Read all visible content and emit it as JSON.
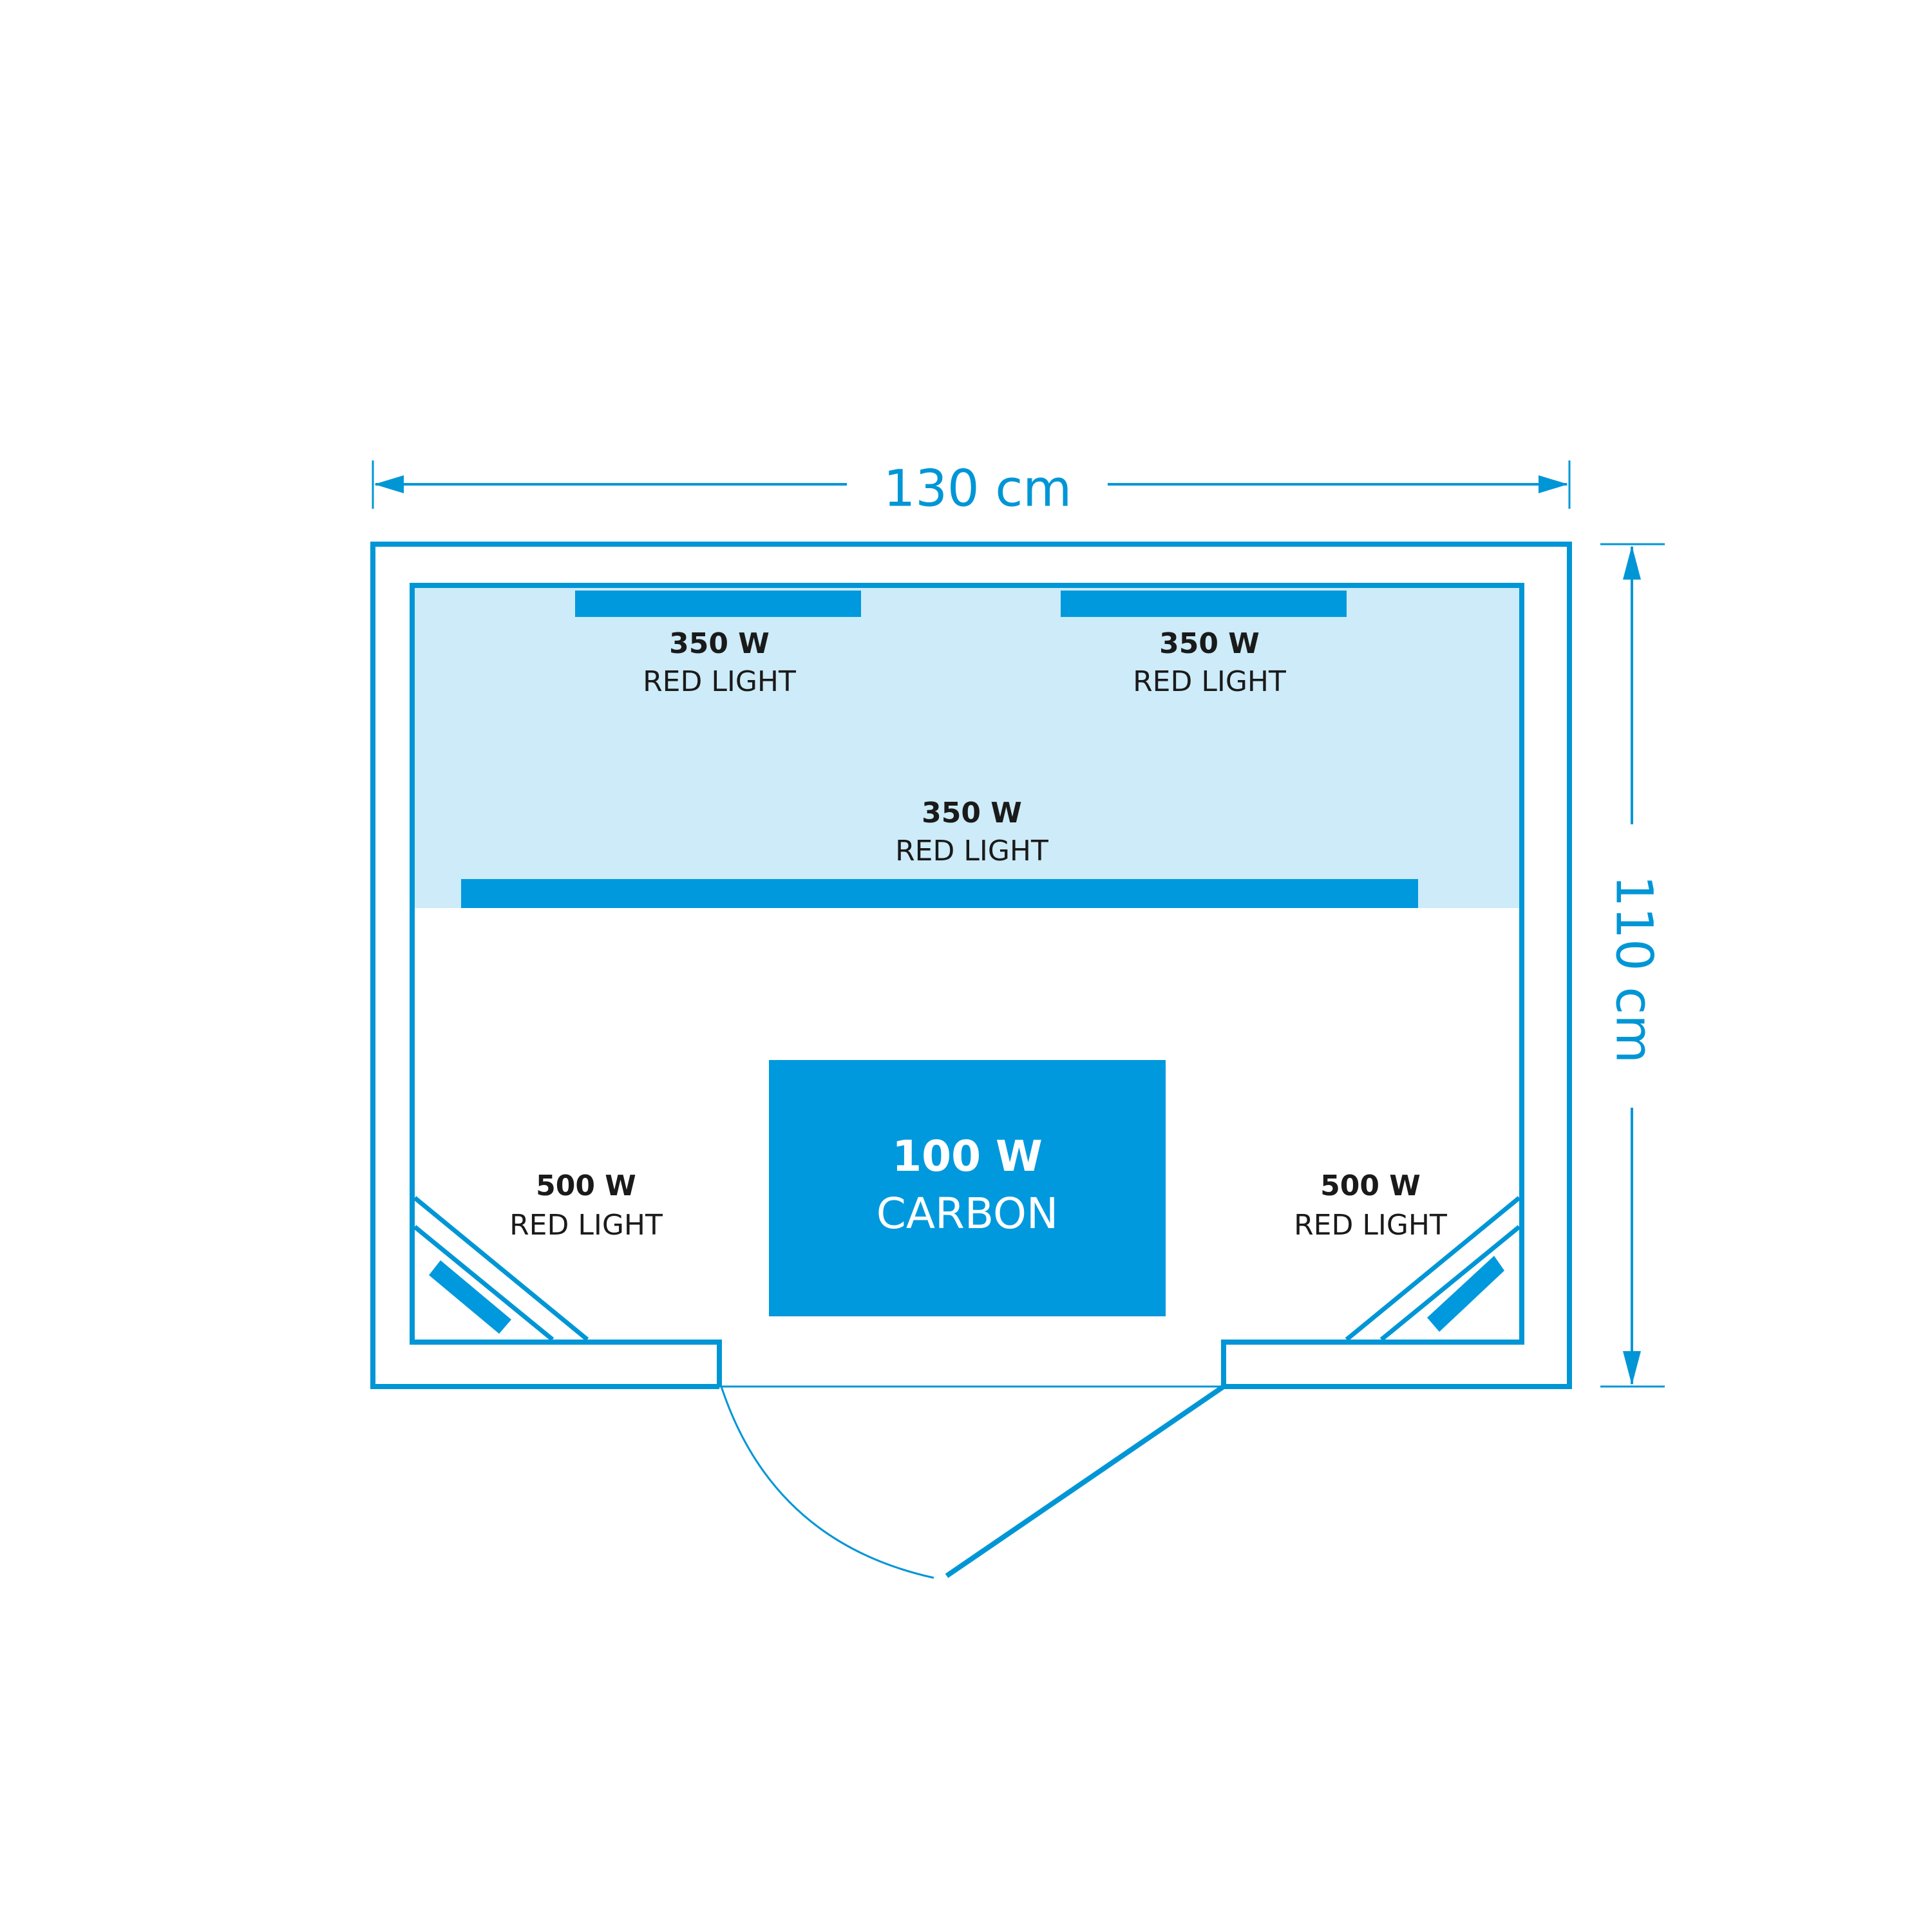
{
  "dimensions": {
    "width_label": "130 cm",
    "depth_label": "110 cm"
  },
  "heaters": {
    "back_left": {
      "watts": "350 W",
      "type": "RED LIGHT"
    },
    "back_right": {
      "watts": "350 W",
      "type": "RED LIGHT"
    },
    "back_long": {
      "watts": "350 W",
      "type": "RED LIGHT"
    },
    "corner_left": {
      "watts": "500 W",
      "type": "RED LIGHT"
    },
    "corner_right": {
      "watts": "500 W",
      "type": "RED LIGHT"
    },
    "carbon_center": {
      "watts": "100 W",
      "type": "CARBON"
    }
  },
  "colors": {
    "line": "#0096d6",
    "panel_fill": "#0099dd",
    "zone_fill": "#cdebf8",
    "text": "#1a1a1a"
  }
}
